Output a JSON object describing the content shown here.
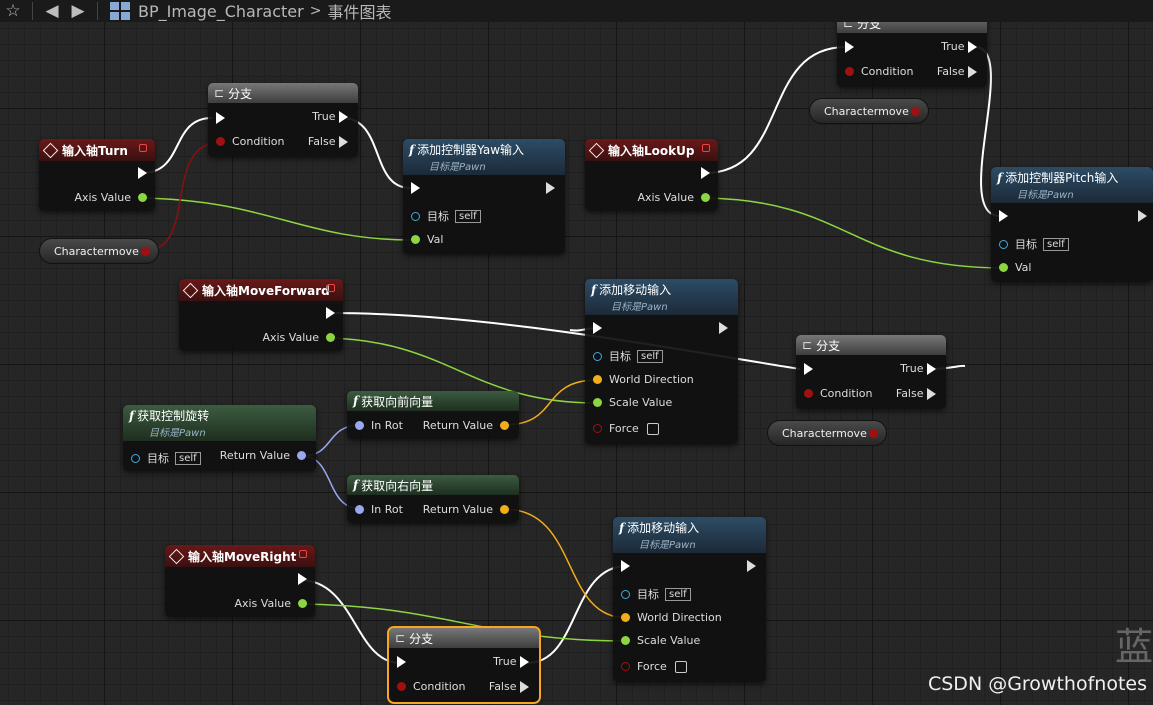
{
  "toolbar": {
    "title": "BP_Image_Character",
    "breadcrumb_sep": ">",
    "graph_name": "事件图表"
  },
  "nodes": {
    "branch1": {
      "title": "分支",
      "true": "True",
      "false": "False",
      "condition": "Condition"
    },
    "branch2": {
      "title": "分支",
      "true": "True",
      "false": "False",
      "condition": "Condition"
    },
    "branch3": {
      "title": "分支",
      "true": "True",
      "false": "False",
      "condition": "Condition"
    },
    "branch4": {
      "title": "分支",
      "true": "True",
      "false": "False",
      "condition": "Condition"
    },
    "axis_turn": {
      "title": "输入轴Turn",
      "axis_value": "Axis Value"
    },
    "axis_lookup": {
      "title": "输入轴LookUp",
      "axis_value": "Axis Value"
    },
    "axis_moveforward": {
      "title": "输入轴MoveForward",
      "axis_value": "Axis Value"
    },
    "axis_moveright": {
      "title": "输入轴MoveRight",
      "axis_value": "Axis Value"
    },
    "yaw": {
      "title": "添加控制器Yaw输入",
      "subtitle": "目标是Pawn",
      "target": "目标",
      "self": "self",
      "val": "Val"
    },
    "pitch": {
      "title": "添加控制器Pitch输入",
      "subtitle": "目标是Pawn",
      "target": "目标",
      "self": "self",
      "val": "Val"
    },
    "move1": {
      "title": "添加移动输入",
      "subtitle": "目标是Pawn",
      "target": "目标",
      "self": "self",
      "world_direction": "World Direction",
      "scale_value": "Scale Value",
      "force": "Force"
    },
    "move2": {
      "title": "添加移动输入",
      "subtitle": "目标是Pawn",
      "target": "目标",
      "self": "self",
      "world_direction": "World Direction",
      "scale_value": "Scale Value",
      "force": "Force"
    },
    "get_rotation": {
      "title": "获取控制旋转",
      "subtitle": "目标是Pawn",
      "target": "目标",
      "self": "self",
      "return_value": "Return Value"
    },
    "forward_vec": {
      "title": "获取向前向量",
      "in_rot": "In Rot",
      "return_value": "Return Value"
    },
    "right_vec": {
      "title": "获取向右向量",
      "in_rot": "In Rot",
      "return_value": "Return Value"
    }
  },
  "variables": {
    "charactermove": "Charactermove"
  },
  "watermark": "CSDN @Growthofnotes",
  "corner_char": "蓝",
  "colors": {
    "exec": "#ffffff",
    "float": "#8cd642",
    "bool": "#a01010",
    "vector": "#f0ae1a",
    "rotator": "#9aa8f0",
    "object": "#3fa9e0",
    "selected": "#f5a623"
  }
}
